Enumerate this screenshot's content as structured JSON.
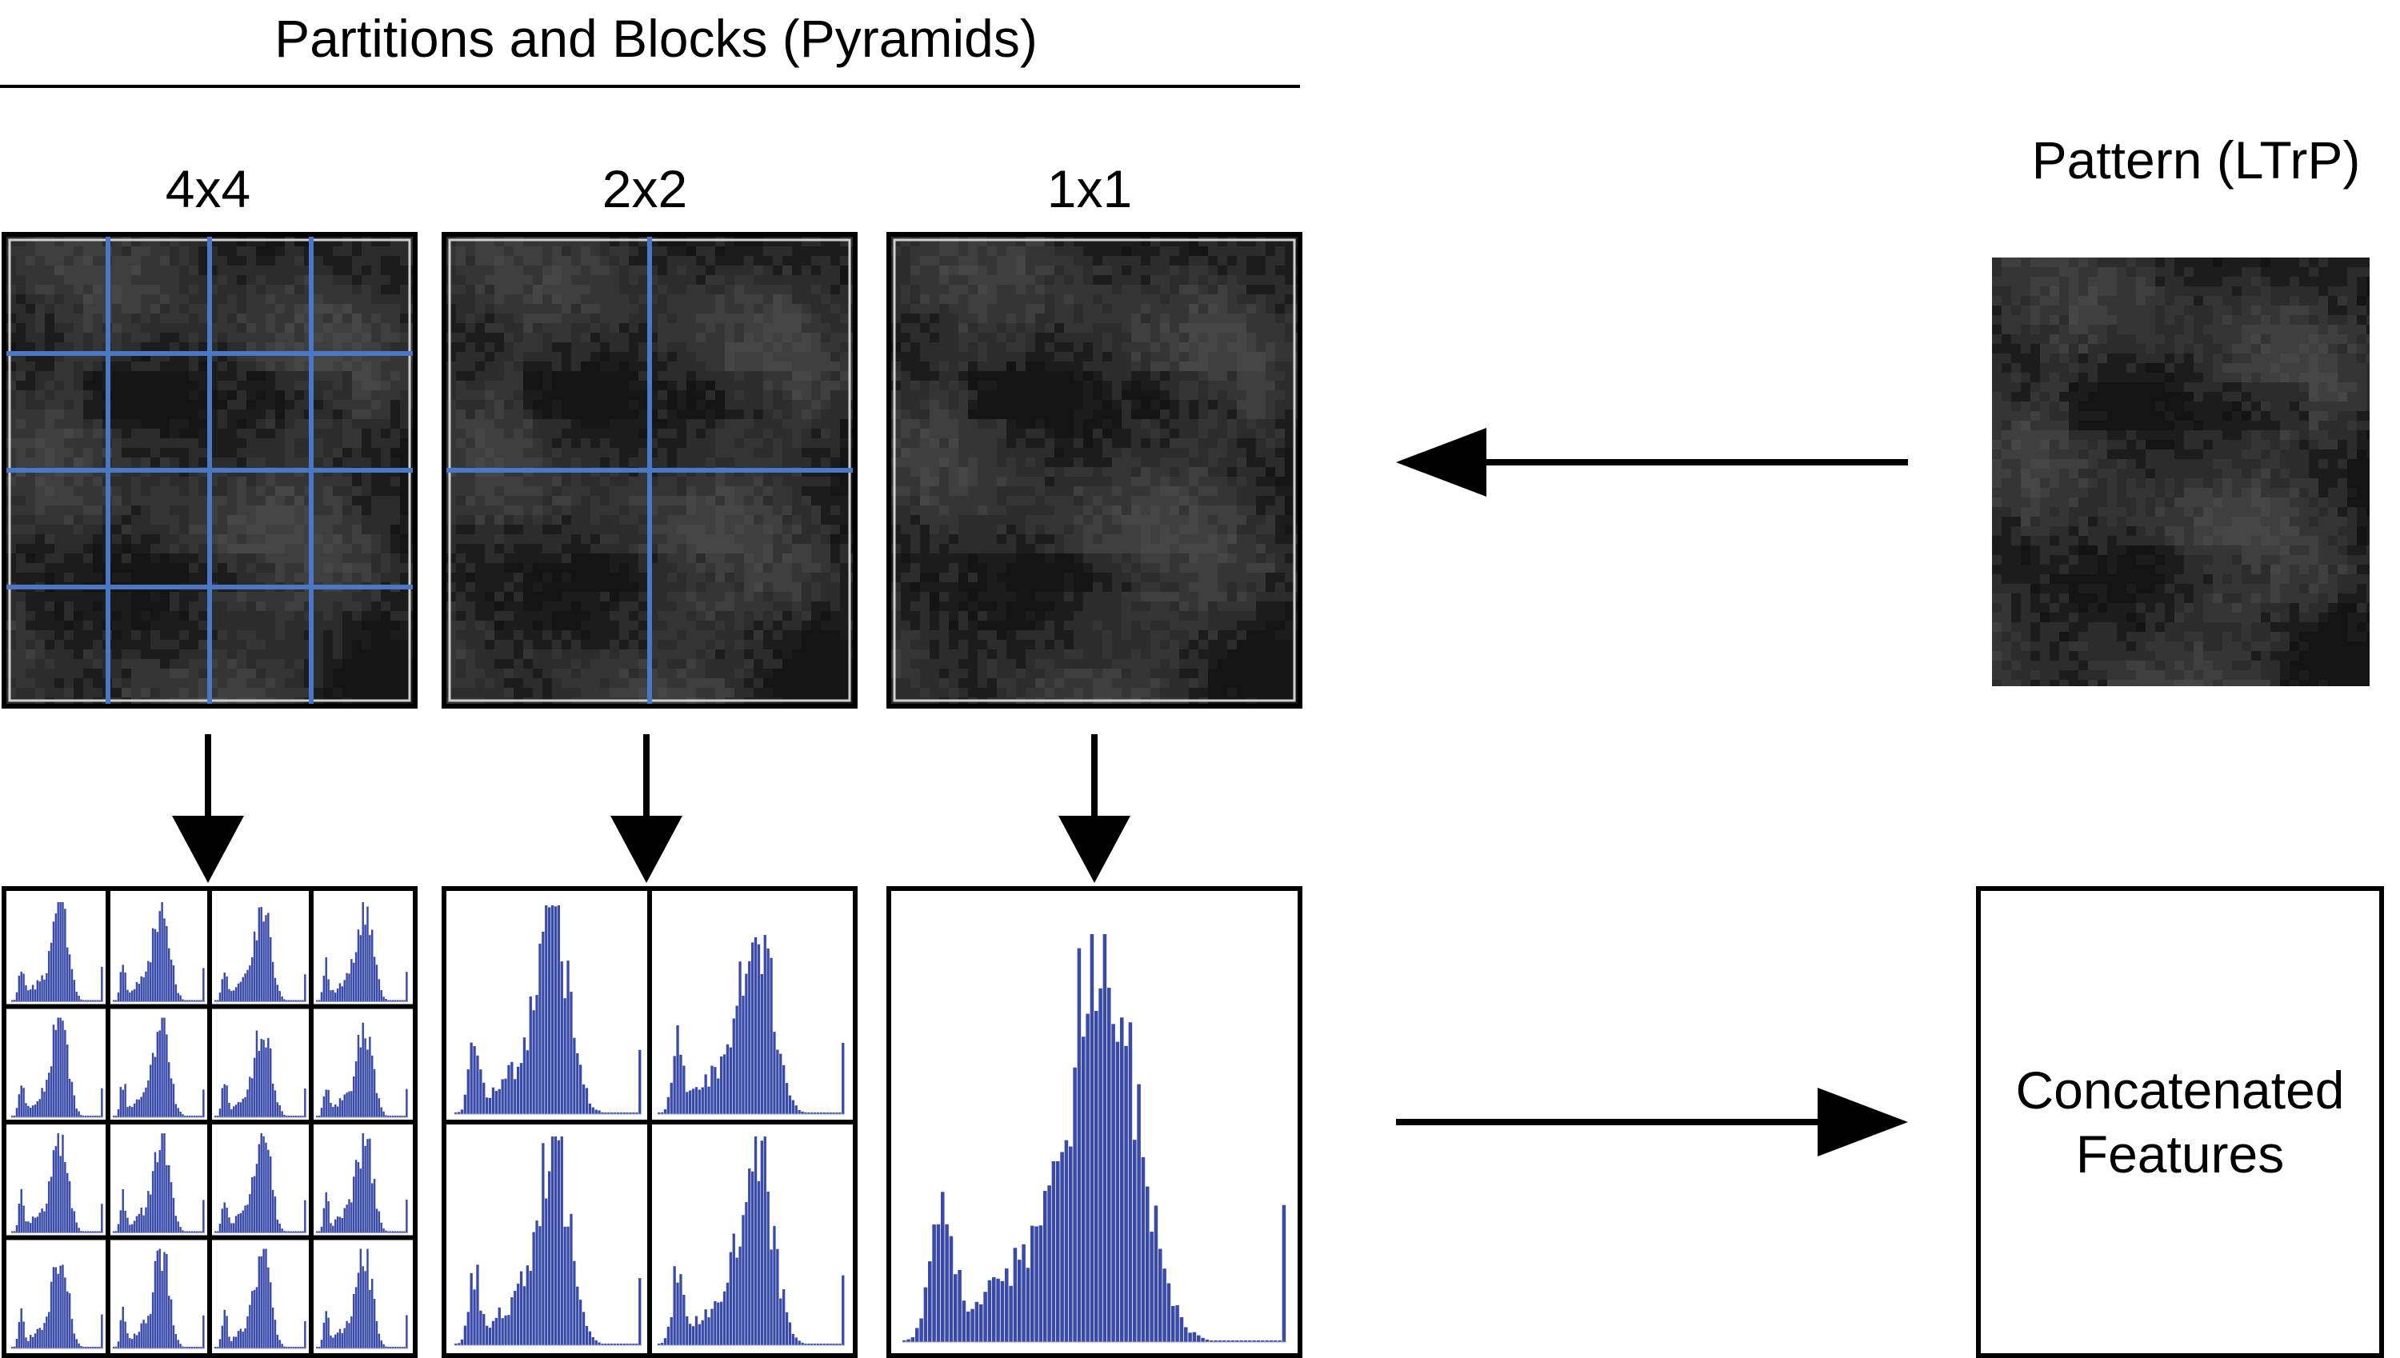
{
  "header": {
    "title": "Partitions and Blocks (Pyramids)"
  },
  "levels": [
    {
      "label": "4x4",
      "grid": 4
    },
    {
      "label": "2x2",
      "grid": 2
    },
    {
      "label": "1x1",
      "grid": 1
    }
  ],
  "pattern": {
    "label": "Pattern (LTrP)"
  },
  "output": {
    "line1": "Concatenated",
    "line2": "Features"
  },
  "colors": {
    "grid_line": "#4a78c4",
    "histogram": "#3a4aa8",
    "face_dark": "#2a2a2a",
    "arrow": "#000000"
  }
}
